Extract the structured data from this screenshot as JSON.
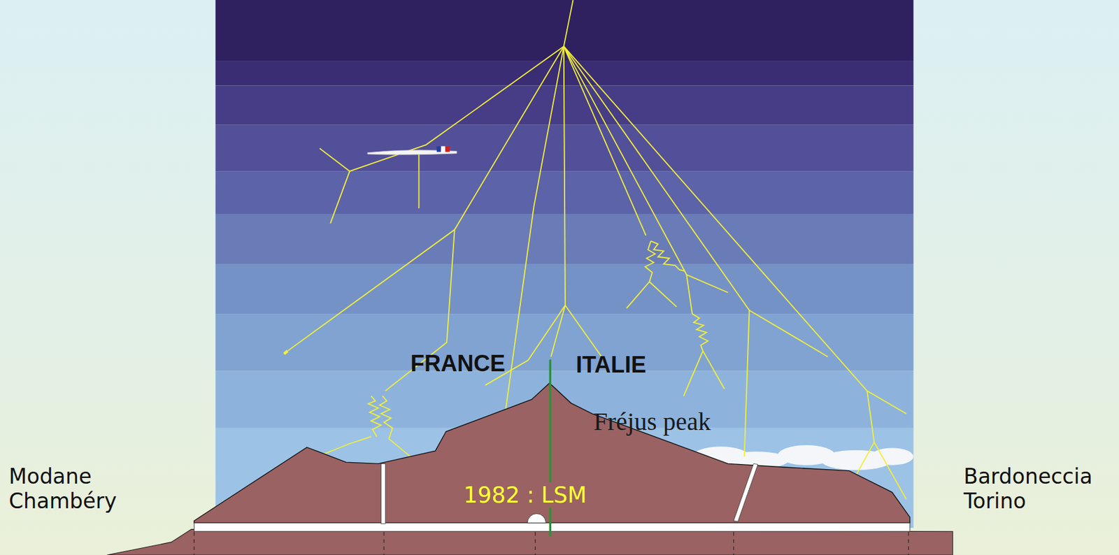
{
  "diagram": {
    "labels": [
      "FRANCE",
      "ITALIE",
      "Fréjus peak",
      "1982 : LSM",
      "Modane Chambéry",
      "Bardoneccia Torino"
    ]
  }
}
